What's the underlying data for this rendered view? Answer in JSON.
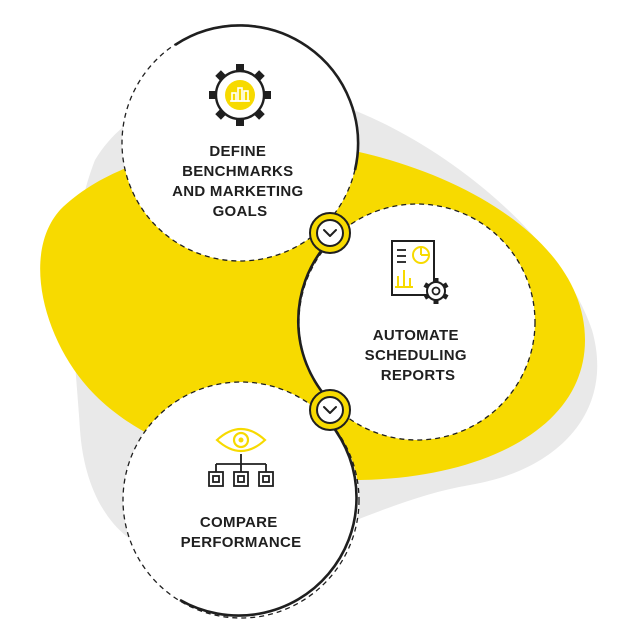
{
  "colors": {
    "accent": "#F7DA00",
    "shadow": "#E9E9E9",
    "ink": "#1F1F1F",
    "circle_fill": "#FFFFFF"
  },
  "steps": [
    {
      "lines": [
        "DEFINE",
        "BENCHMARKS",
        "AND MARKETING",
        "GOALS"
      ],
      "icon": "gear-chart-icon"
    },
    {
      "lines": [
        "AUTOMATE",
        "SCHEDULING",
        "REPORTS"
      ],
      "icon": "report-gear-icon"
    },
    {
      "lines": [
        "COMPARE",
        "PERFORMANCE"
      ],
      "icon": "eye-hierarchy-icon"
    }
  ],
  "connectors": [
    {
      "icon": "chevron-down-icon"
    },
    {
      "icon": "chevron-down-icon"
    }
  ]
}
